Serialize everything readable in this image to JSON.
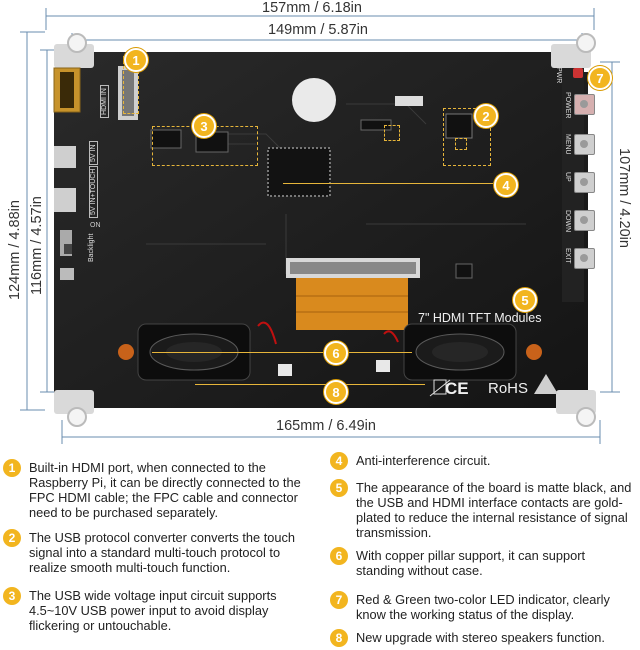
{
  "dimensions": {
    "outer_width": "157mm / 6.18in",
    "inner_width": "149mm / 5.87in",
    "outer_height": "124mm / 4.88in",
    "inner_height": "116mm / 4.57in",
    "right_height": "107mm / 4.20in",
    "bottom_width": "165mm / 6.49in"
  },
  "board": {
    "module_title": "7\" HDMI TFT Modules",
    "rohs": "RoHS",
    "ce": "CE",
    "ports": {
      "hdmi": "HDMI IN",
      "usb5v": "5V IN",
      "touch": "5V IN+TOUCH",
      "backlight": "Backlight",
      "on": "ON"
    },
    "buttons": [
      "POWER",
      "MENU",
      "UP",
      "DOWN",
      "EXIT"
    ],
    "pwr_label": "PWR"
  },
  "badges": [
    "1",
    "2",
    "3",
    "4",
    "5",
    "6",
    "7",
    "8"
  ],
  "features": [
    {
      "num": "1",
      "text": "Built-in HDMI port, when connected to the Raspberry Pi, it can be directly connected to the FPC HDMI cable; the FPC cable and connector need to be purchased separately."
    },
    {
      "num": "2",
      "text": "The USB protocol converter converts the touch signal into a standard multi-touch protocol to realize smooth multi-touch function."
    },
    {
      "num": "3",
      "text": "The USB wide voltage input circuit supports 4.5~10V USB power input to avoid display flickering or untouchable."
    },
    {
      "num": "4",
      "text": "Anti-interference circuit."
    },
    {
      "num": "5",
      "text": "The appearance of the board is matte black, and the USB and HDMI interface contacts are gold-plated to reduce the internal resistance of signal transmission."
    },
    {
      "num": "6",
      "text": "With copper pillar support, it can support standing without case."
    },
    {
      "num": "7",
      "text": "Red & Green two-color LED indicator, clearly know the working status of the display."
    },
    {
      "num": "8",
      "text": "New upgrade with stereo speakers function."
    }
  ],
  "colors": {
    "board": "#1c1c1c",
    "badge": "#f2b51f",
    "callout": "#e6b53a",
    "flex_cable": "#d98a1e"
  }
}
